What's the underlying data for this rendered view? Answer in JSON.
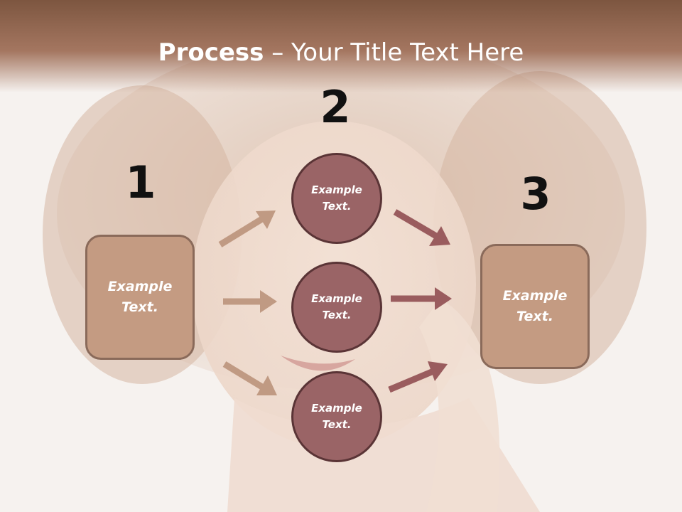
{
  "slide": {
    "title_bold": "Process",
    "title_dash": " – ",
    "title_rest": "Your Title Text Here"
  },
  "steps": {
    "step1_number": "1",
    "step2_number": "2",
    "step3_number": "3"
  },
  "nodes": {
    "left_box": "Example\nText.",
    "circle_top": "Example\nText.",
    "circle_middle": "Example\nText.",
    "circle_bottom": "Example\nText.",
    "right_box": "Example\nText."
  },
  "colors": {
    "header": "#8b604a",
    "box_fill": "#c49b82",
    "circle_fill": "#9a6466",
    "arrow_left": "#c09a83",
    "arrow_right": "#9a5c5e"
  },
  "icons": {
    "background": "portrait-photo"
  }
}
